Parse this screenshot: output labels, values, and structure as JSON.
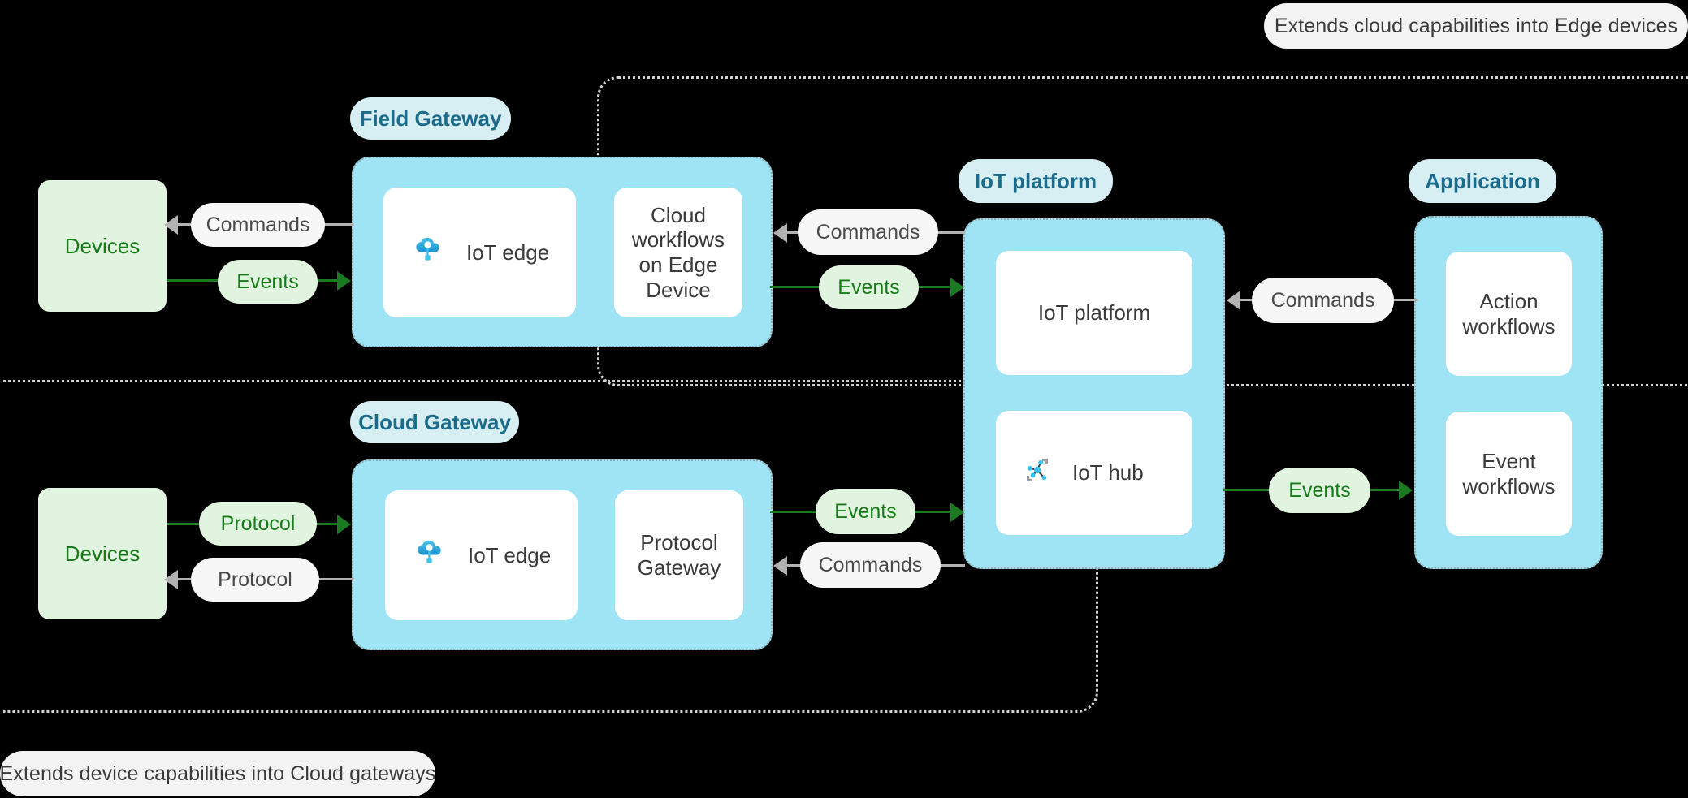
{
  "callouts": {
    "top_right": "Extends cloud capabilities into Edge devices",
    "bottom_left": "Extends device capabilities into Cloud gateways"
  },
  "sections": {
    "field_gateway": {
      "chip": "Field Gateway",
      "cards": [
        {
          "label": "IoT edge",
          "icon": "iot-edge-cloud-icon"
        },
        {
          "label": "Cloud\nworkflows\non Edge\nDevice",
          "icon": "none"
        }
      ]
    },
    "cloud_gateway": {
      "chip": "Cloud Gateway",
      "cards": [
        {
          "label": "IoT edge",
          "icon": "iot-edge-cloud-icon"
        },
        {
          "label": "Protocol\nGateway",
          "icon": "none"
        }
      ]
    },
    "iot_platform": {
      "chip": "IoT platform",
      "cards": [
        {
          "label": "IoT platform",
          "icon": "none"
        },
        {
          "label": "IoT hub",
          "icon": "iot-hub-network-icon"
        }
      ]
    },
    "application": {
      "chip": "Application",
      "cards": [
        {
          "label": "Action\nworkflows",
          "icon": "none"
        },
        {
          "label": "Event\nworkflows",
          "icon": "none"
        }
      ]
    }
  },
  "devices": {
    "top_label": "Devices",
    "bottom_label": "Devices"
  },
  "flows": {
    "devices_to_field_commands": "Commands",
    "devices_to_field_events": "Events",
    "field_to_platform_commands": "Commands",
    "field_to_platform_events": "Events",
    "devices_to_cloud_protocol_out": "Protocol",
    "devices_to_cloud_protocol_in": "Protocol",
    "cloud_to_platform_events": "Events",
    "cloud_to_platform_commands": "Commands",
    "platform_to_app_commands": "Commands",
    "platform_to_app_events": "Events"
  },
  "colors": {
    "group_cyan": "#9fe4f4",
    "chip_bg": "#d7eef2",
    "chip_text": "#1b6c8c",
    "device_green_bg": "#e1f4df",
    "device_green_text": "#167b18",
    "flow_green": "#1a7a22",
    "flow_gray": "#b3b3b3",
    "card_white": "#ffffff",
    "banner_bg": "#f3f3f3",
    "background": "#000000",
    "scope_border": "#d2d2d2"
  }
}
